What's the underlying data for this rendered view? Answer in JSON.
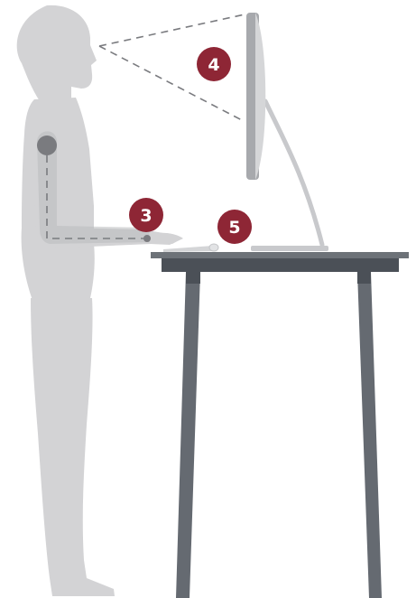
{
  "colors": {
    "person": "#d3d3d5",
    "arm_highlight": "#babbbd",
    "joint": "#7a7b7f",
    "guide_line": "#7a7b7f",
    "desk_top": "#6d7278",
    "desk_underside": "#4b5057",
    "desk_leg": "#656a71",
    "monitor_screen": "#a7a9ad",
    "monitor_frame": "#d5d6d8",
    "monitor_stand": "#c8c9cc",
    "keyboard": "#d4d5d7",
    "mouse": "#e2e3e5",
    "marker_fill": "#8e2635",
    "marker_text": "#ffffff"
  },
  "markers": [
    {
      "id": "elbow-keyboard-height",
      "label": "3"
    },
    {
      "id": "monitor-viewing-distance",
      "label": "4"
    },
    {
      "id": "mouse-position",
      "label": "5"
    }
  ]
}
